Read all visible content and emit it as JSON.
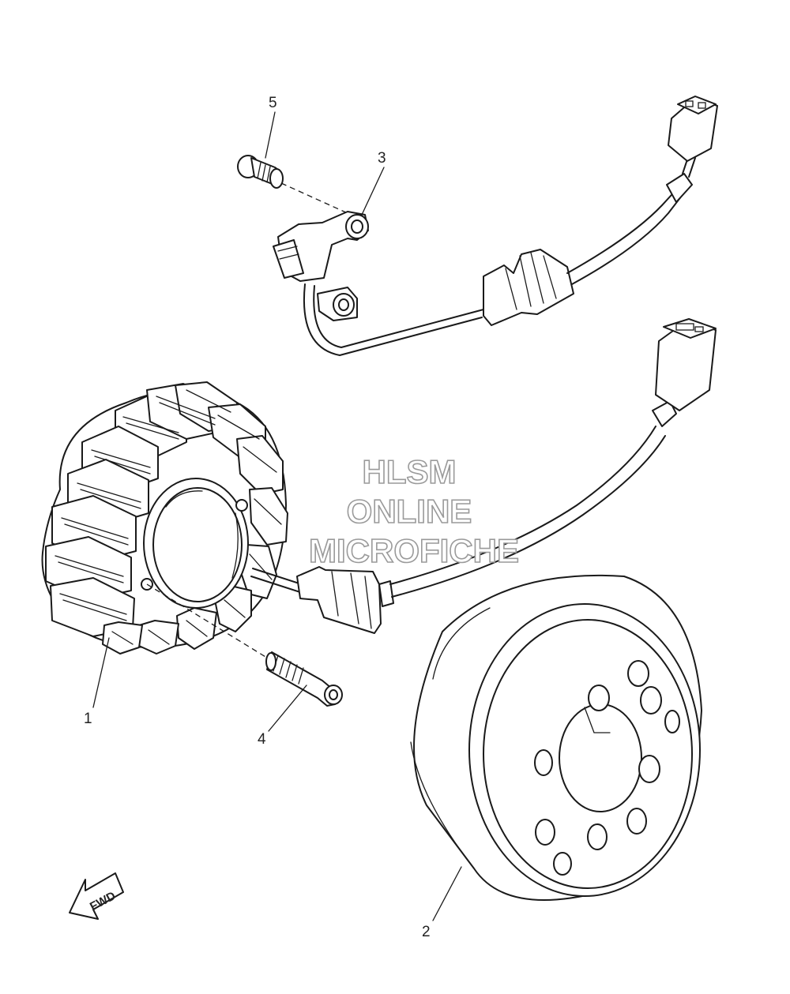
{
  "watermark": {
    "line1": "HLSM",
    "line2": "ONLINE",
    "line3": "MICROFICHE"
  },
  "direction_arrow": {
    "label": "FWD",
    "icon": "fwd-arrow-icon"
  },
  "callouts": [
    "1",
    "2",
    "3",
    "4",
    "5"
  ],
  "parts": {
    "stator_assembly": "1",
    "rotor_assembly": "2",
    "pickup_coil": "3",
    "stator_bolt": "4",
    "flange_bolt": "5"
  },
  "colors": {
    "line": "#1a1a1a",
    "watermark_outline": "#9a9a9a",
    "background": "#ffffff"
  }
}
